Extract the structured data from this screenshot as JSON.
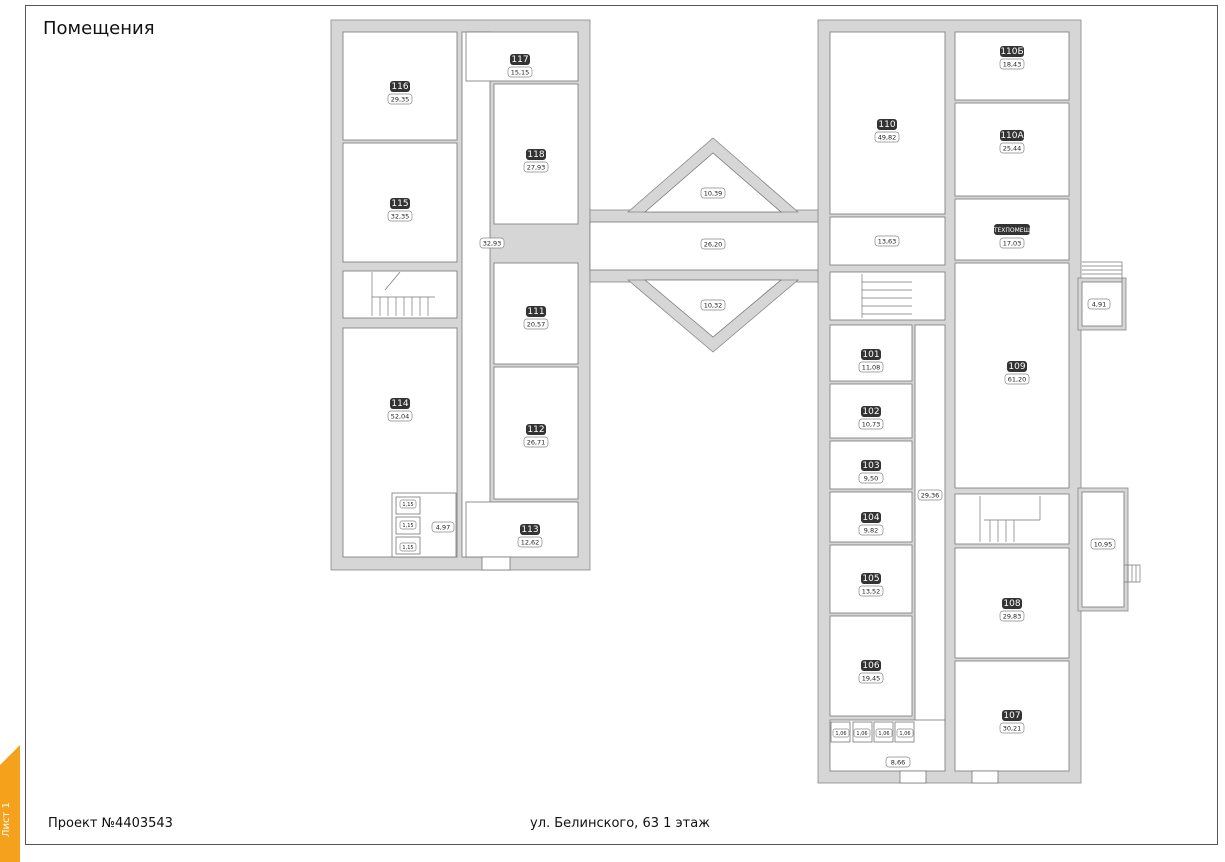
{
  "title": "Помещения",
  "footer": {
    "project": "Проект №4403543",
    "address": "ул. Белинского, 63 1 этаж"
  },
  "sheet_tab": {
    "label": "Лист 1",
    "color": "#f5a11c"
  },
  "rooms": [
    {
      "id": "116",
      "area": "29,35"
    },
    {
      "id": "117",
      "area": "15,15"
    },
    {
      "id": "118",
      "area": "27,93"
    },
    {
      "id": "115",
      "area": "32,35"
    },
    {
      "id": "114",
      "area": "52,04"
    },
    {
      "id": "111",
      "area": "20,57"
    },
    {
      "id": "112",
      "area": "26,71"
    },
    {
      "id": "113",
      "area": "12,62"
    },
    {
      "id": "110",
      "area": "49,82"
    },
    {
      "id": "110Б",
      "area": "18,43"
    },
    {
      "id": "110А",
      "area": "25,44"
    },
    {
      "id": "ТЕХПОМЕЩ",
      "area": "17,03"
    },
    {
      "id": "109",
      "area": "61,20"
    },
    {
      "id": "101",
      "area": "11,08"
    },
    {
      "id": "102",
      "area": "10,73"
    },
    {
      "id": "103",
      "area": "9,50"
    },
    {
      "id": "104",
      "area": "9,82"
    },
    {
      "id": "105",
      "area": "13,52"
    },
    {
      "id": "106",
      "area": "19,45"
    },
    {
      "id": "107",
      "area": "30,21"
    },
    {
      "id": "108",
      "area": "29,83"
    }
  ],
  "unnumbered_areas": [
    {
      "name": "corridor-left",
      "area": "32,93"
    },
    {
      "name": "triangle-top",
      "area": "10,39"
    },
    {
      "name": "corridor-middle",
      "area": "26,20"
    },
    {
      "name": "triangle-bottom",
      "area": "10,32"
    },
    {
      "name": "hall-right",
      "area": "13,63"
    },
    {
      "name": "porch-right",
      "area": "4,91"
    },
    {
      "name": "corridor-right",
      "area": "29,36"
    },
    {
      "name": "vestibule-right",
      "area": "10,95"
    },
    {
      "name": "wc-left-hall",
      "area": "4,97"
    },
    {
      "name": "wc-right-hall",
      "area": "8,66"
    },
    {
      "name": "wc-left-1",
      "area": "1,15"
    },
    {
      "name": "wc-left-2",
      "area": "1,15"
    },
    {
      "name": "wc-left-3",
      "area": "1,15"
    },
    {
      "name": "wc-right-1",
      "area": "1,06"
    },
    {
      "name": "wc-right-2",
      "area": "1,06"
    },
    {
      "name": "wc-right-3",
      "area": "1,06"
    },
    {
      "name": "wc-right-4",
      "area": "1,06"
    }
  ]
}
